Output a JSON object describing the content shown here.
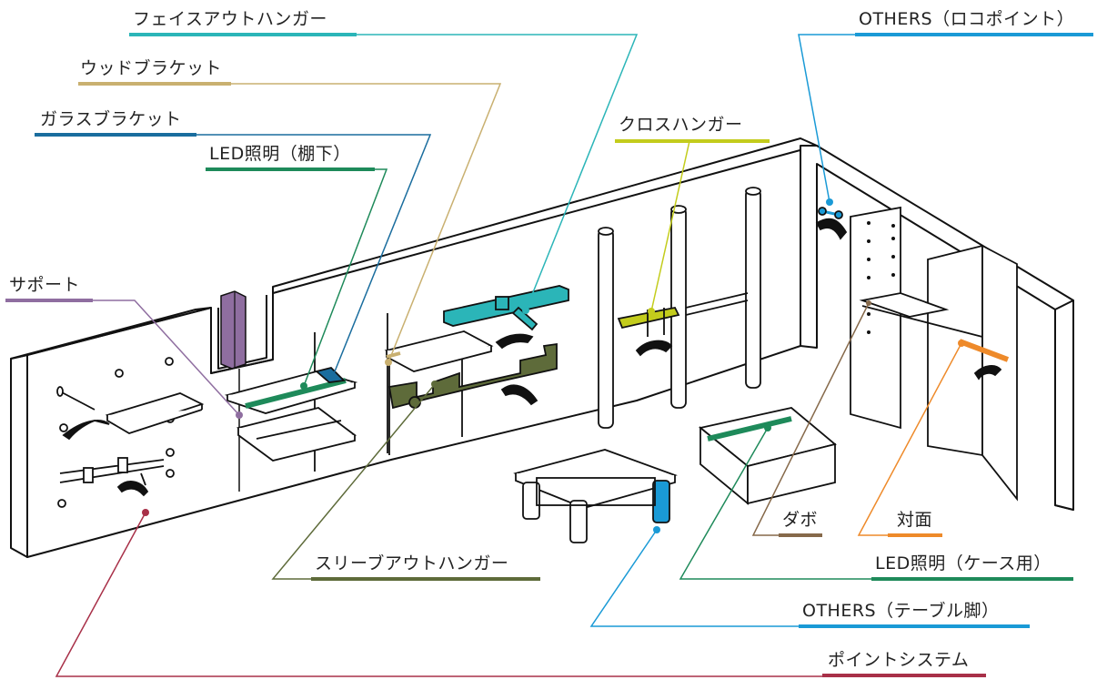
{
  "labels": {
    "face_out_hanger": "フェイスアウトハンガー",
    "wood_bracket": "ウッドブラケット",
    "glass_bracket": "ガラスブラケット",
    "led_shelf": "LED照明（棚下）",
    "support": "サポート",
    "cross_hanger": "クロスハンガー",
    "others_logo": "OTHERS（ロコポイント）",
    "dabo": "ダボ",
    "taimen": "対面",
    "led_case": "LED照明（ケース用）",
    "sleeve_out_hanger": "スリーブアウトハンガー",
    "others_table_leg": "OTHERS（テーブル脚）",
    "point_system": "ポイントシステム"
  },
  "colors": {
    "face_out_hanger": "#2bb5b8",
    "wood_bracket": "#c9b070",
    "glass_bracket": "#1a6d9e",
    "led_shelf": "#1e8a5a",
    "support": "#8f6ea0",
    "cross_hanger": "#c3cc1c",
    "others_logo": "#1a9ad6",
    "dabo": "#86694a",
    "taimen": "#ee8a2a",
    "led_case": "#1e8a5a",
    "sleeve_out_hanger": "#5e6b3a",
    "others_table_leg": "#1a9ad6",
    "point_system": "#a83048"
  }
}
